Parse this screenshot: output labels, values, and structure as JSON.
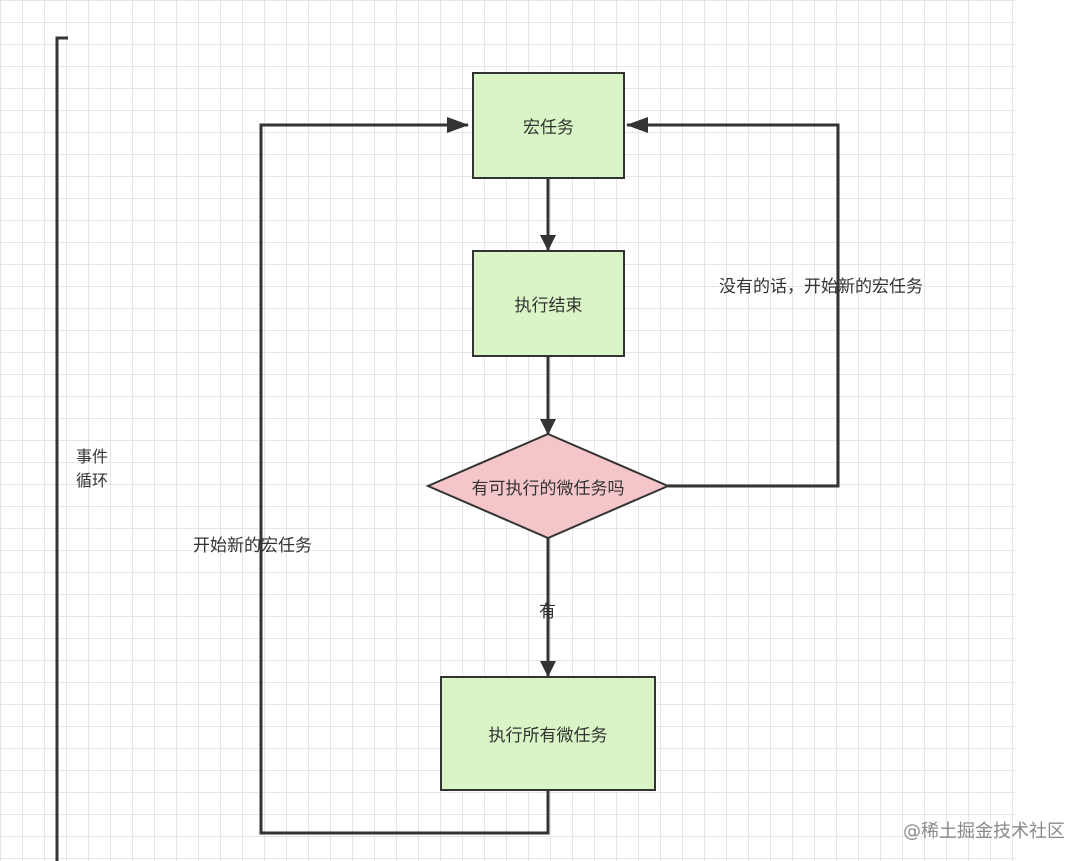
{
  "nodes": {
    "macro_task": "宏任务",
    "exec_done": "执行结束",
    "has_micro": "有可执行的微任务吗",
    "exec_all_micro": "执行所有微任务"
  },
  "edge_labels": {
    "no_start_new": "没有的话，开始新的宏任务",
    "yes": "有",
    "start_new": "开始新的宏任务"
  },
  "loop_label": {
    "line1": "事件",
    "line2": "循环"
  },
  "watermark": "@稀土掘金技术社区",
  "colors": {
    "process_fill": "#d9f5c5",
    "decision_fill": "#f5c6c9",
    "stroke": "#333333",
    "grid": "#e6e6e6"
  }
}
